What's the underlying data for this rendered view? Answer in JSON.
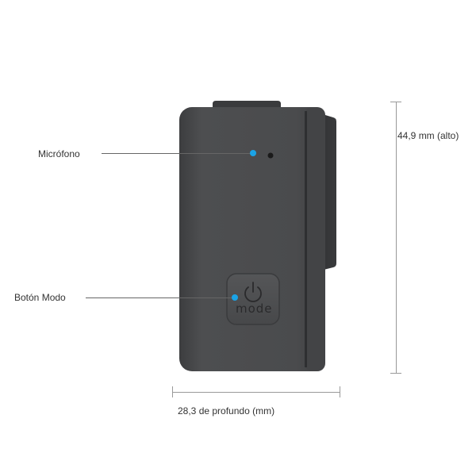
{
  "labels": {
    "microphone": "Micrófono",
    "mode_button": "Botón Modo"
  },
  "dimensions": {
    "height": "44,9 mm (alto)",
    "depth": "28,3 de profundo (mm)"
  },
  "camera": {
    "button_text": "mode"
  },
  "colors": {
    "callout_dot": "#1aa3e6",
    "camera_body": "#4a4b4d"
  },
  "icons": {
    "power": "power-icon"
  }
}
